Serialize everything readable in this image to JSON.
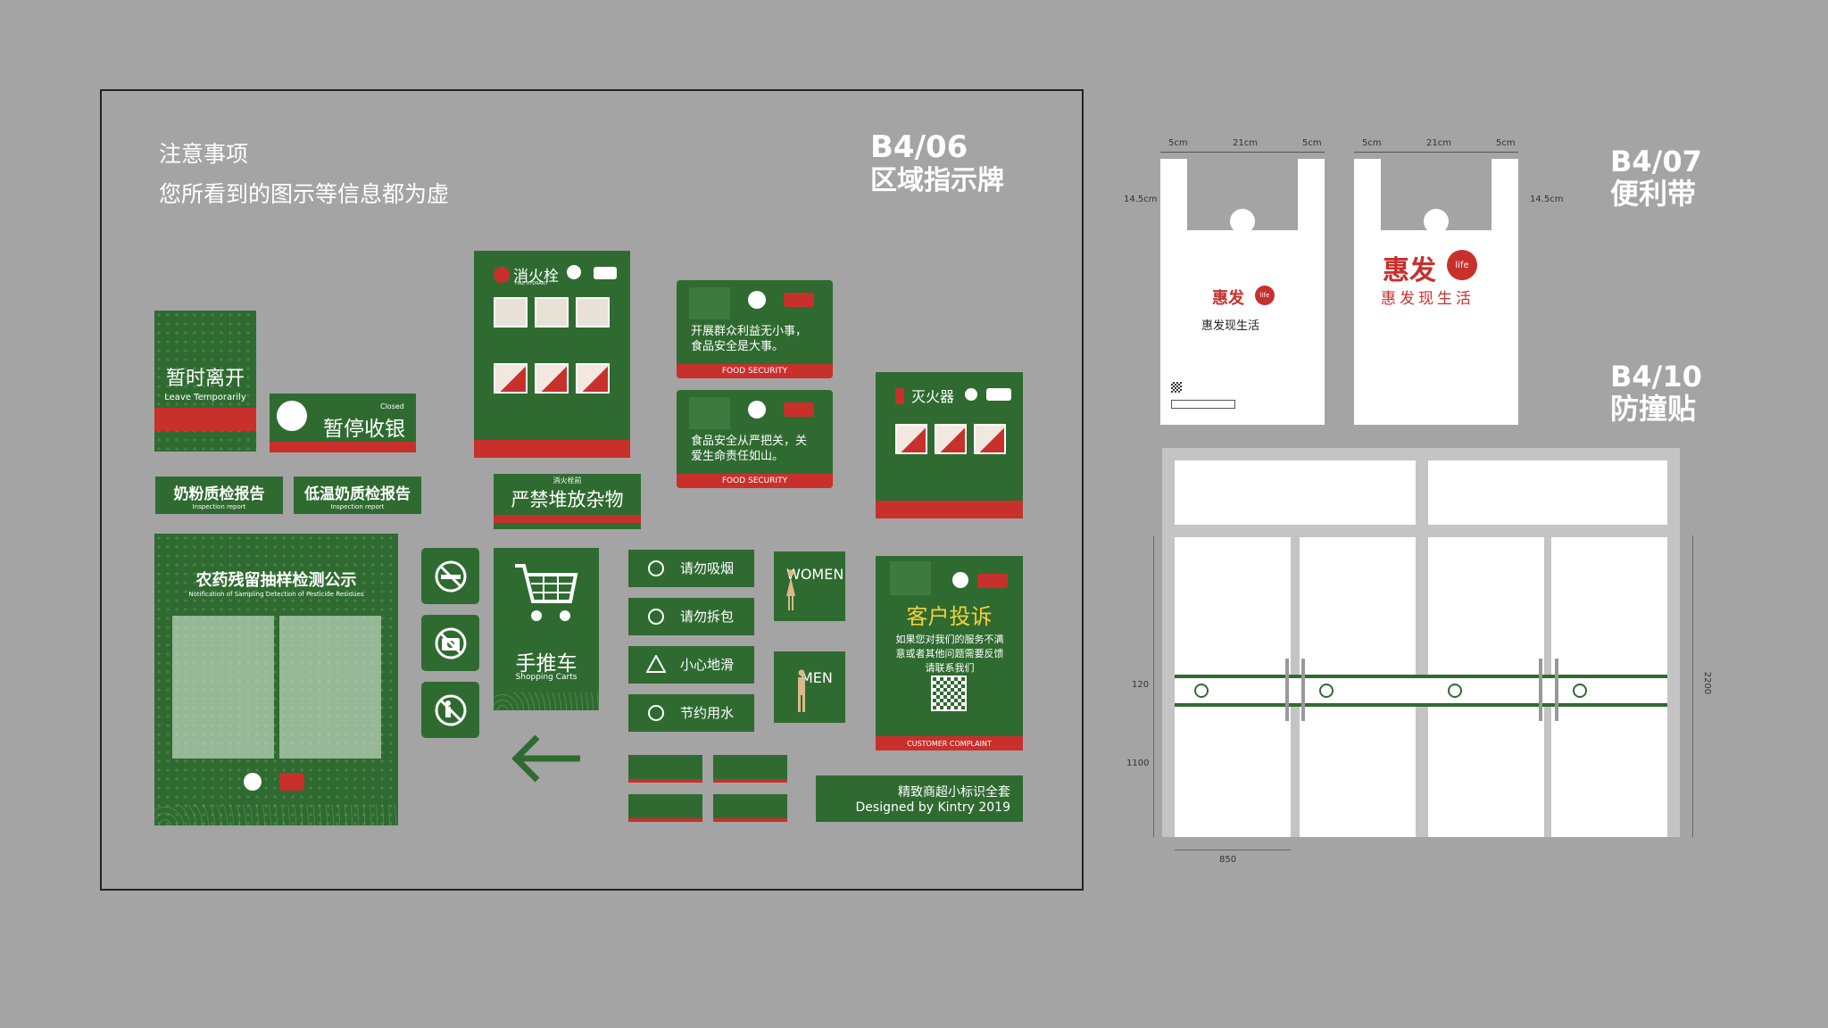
{
  "colors": {
    "background": "#a4a4a4",
    "green": "#2f6b30",
    "red": "#c8302c",
    "white": "#ffffff"
  },
  "notice": {
    "title": "注意事项",
    "body": "您所看到的图示等信息都为虚"
  },
  "sections": {
    "b406": {
      "code": "B4/06",
      "title": "区域指示牌"
    },
    "b407": {
      "code": "B4/07",
      "title": "便利带"
    },
    "b410": {
      "code": "B4/10",
      "title": "防撞贴"
    }
  },
  "signs": {
    "leave": {
      "cn": "暂时离开",
      "en": "Leave Temporarily"
    },
    "closed": {
      "cn": "暂停收银",
      "en": "Closed"
    },
    "milk": {
      "cn": "奶粉质检报告",
      "en": "Inspection report"
    },
    "lowtemp": {
      "cn": "低温奶质检报告",
      "en": "Inspection report"
    },
    "hydrant": {
      "cn": "消火栓",
      "en": "FIRE HYDRANT"
    },
    "food1": {
      "text": "开展群众利益无小事，食品安全是大事。",
      "band": "FOOD SECURITY"
    },
    "food2": {
      "text": "食品安全从严把关，关爱生命责任如山。",
      "band": "FOOD SECURITY"
    },
    "clutter": {
      "small": "消火栓前",
      "cn": "严禁堆放杂物"
    },
    "extinguisher": {
      "cn": "灭火器"
    },
    "pesticide": {
      "cn": "农药残留抽样检测公示",
      "en": "Notification of Sampling Detection of Pesticide Residues"
    },
    "cart": {
      "cn": "手推车",
      "en": "Shopping Carts"
    },
    "no_smoking": {
      "cn": "请勿吸烟"
    },
    "no_unpack": {
      "cn": "请勿拆包"
    },
    "slippery": {
      "cn": "小心地滑"
    },
    "save_water": {
      "cn": "节约用水"
    },
    "women": {
      "label": "WOMEN"
    },
    "men": {
      "label": "MEN"
    },
    "complaint": {
      "cn": "客户投诉",
      "text": "如果您对我们的服务不满意或者其他问题需要反馈请联系我们",
      "band": "CUSTOMER COMPLAINT"
    },
    "designed": {
      "cn": "精致商超小标识全套",
      "en": "Designed by Kintry 2019"
    }
  },
  "bags": {
    "brand": "惠发",
    "brand_mark": "life",
    "slogan": "惠发现生活",
    "dims": {
      "side": "5cm",
      "middle": "21cm",
      "height": "14.5cm"
    }
  },
  "door": {
    "dims": {
      "d120": "120",
      "d1100": "1100",
      "d850": "850",
      "d2200": "2200"
    }
  }
}
